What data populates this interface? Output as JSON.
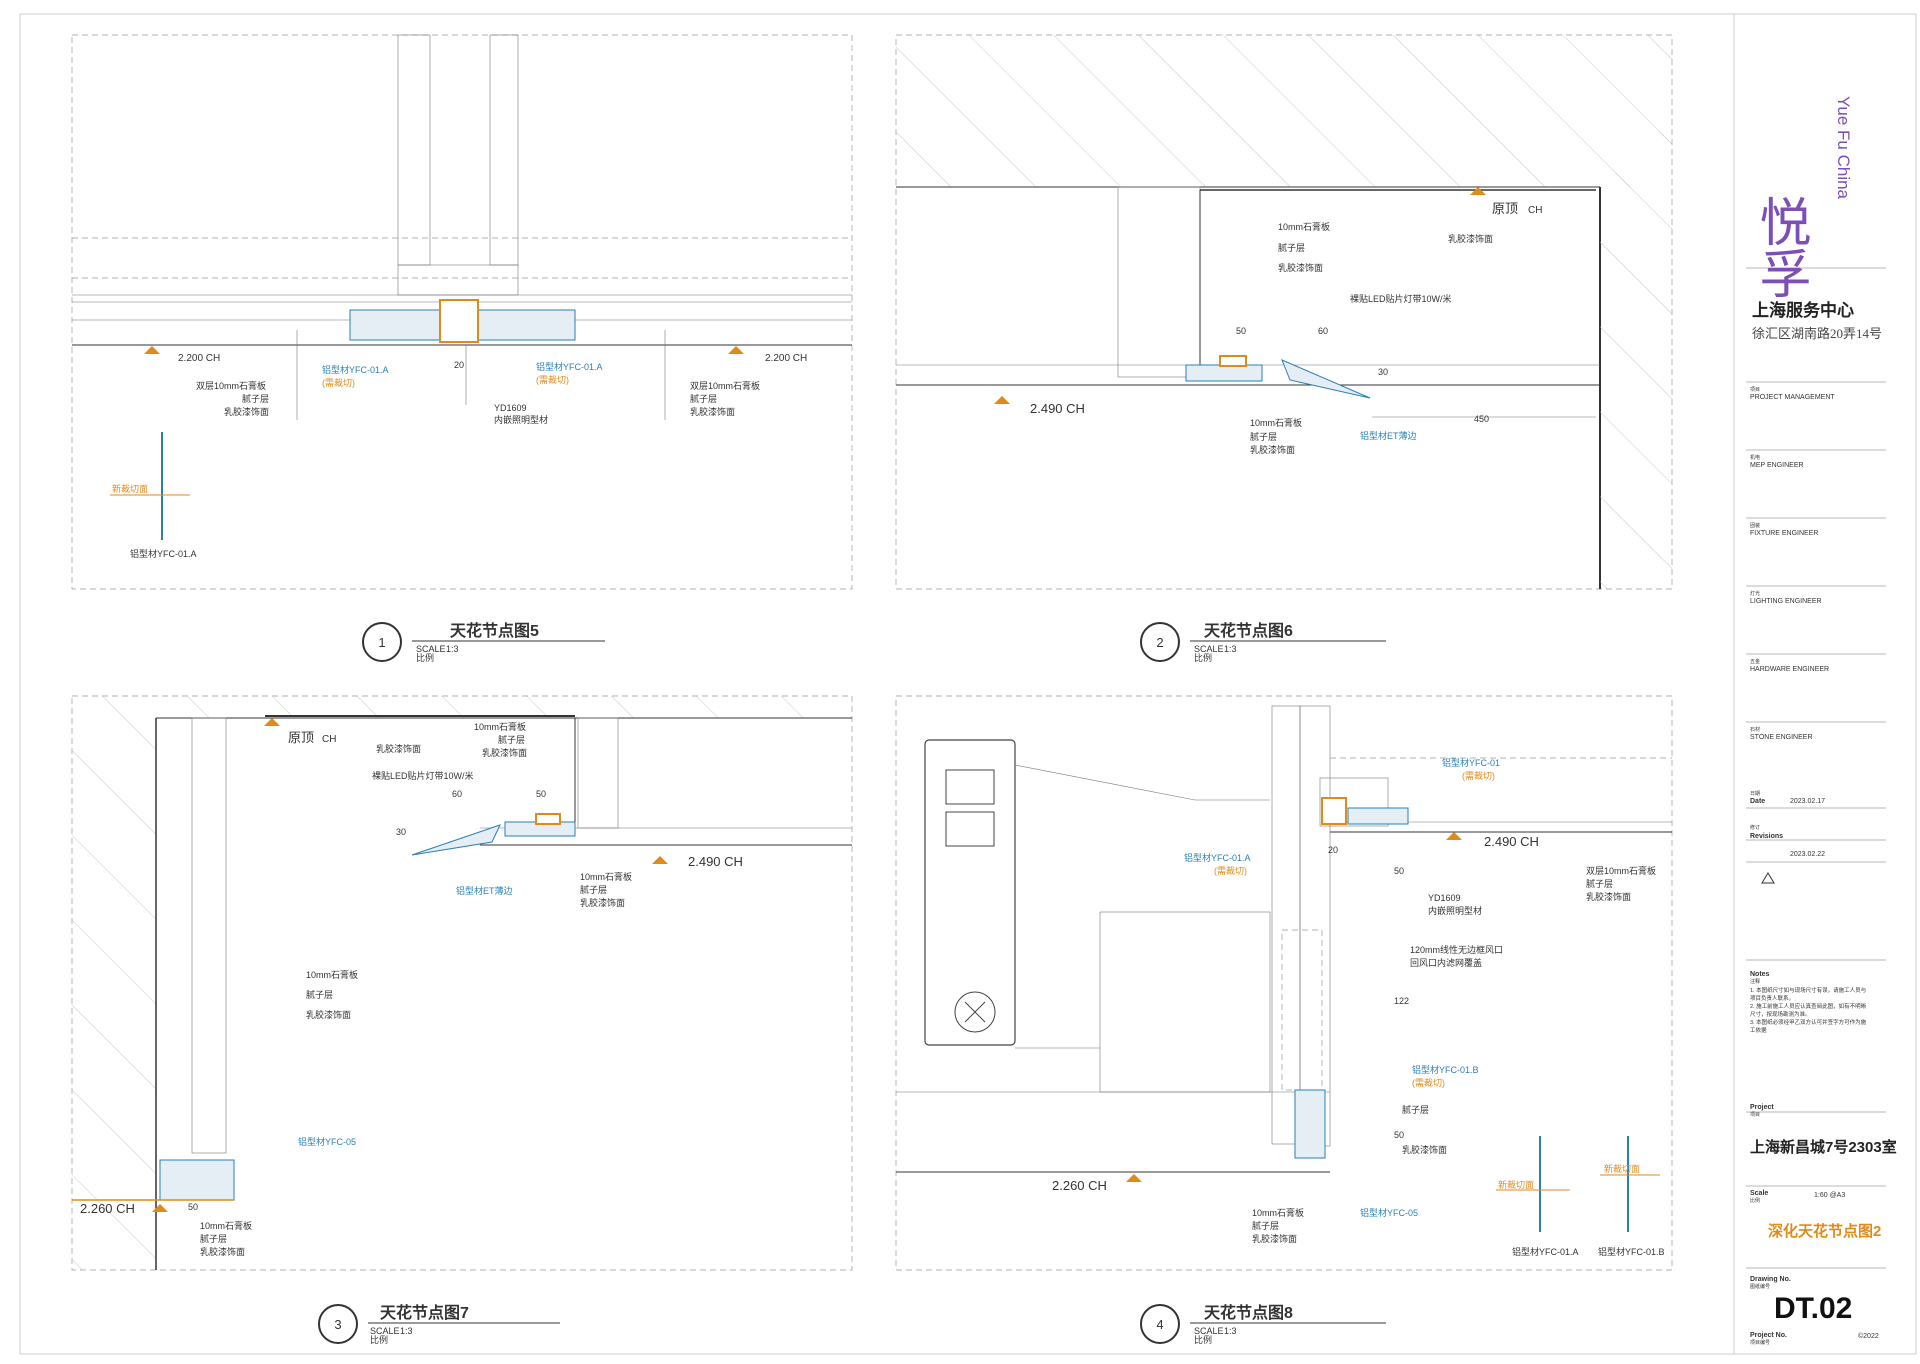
{
  "brand": {
    "cn": "悦孚",
    "en": "Yue Fu China",
    "color": "#7b4fb5"
  },
  "title_block": {
    "company": "上海服务中心",
    "address": "徐汇区湖南路20弄14号",
    "roles": [
      {
        "cn": "项目",
        "en": "PROJECT MANAGEMENT"
      },
      {
        "cn": "机电",
        "en": "MEP ENGINEER"
      },
      {
        "cn": "固装",
        "en": "FIXTURE ENGINEER"
      },
      {
        "cn": "灯光",
        "en": "LIGHTING ENGINEER"
      },
      {
        "cn": "五金",
        "en": "HARDWARE ENGINEER"
      },
      {
        "cn": "石材",
        "en": "STONE ENGINEER"
      }
    ],
    "date_cn": "日期",
    "date_label": "Date",
    "date": "2023.02.17",
    "rev_cn": "修订",
    "rev_label": "Revisions",
    "rev_date": "2023.02.22",
    "notes_label": "Notes",
    "notes_cn": "注释",
    "notes": [
      "1. 本图纸尺寸如与现场尺寸有误，请施工人员与",
      "项目负责人联系。",
      "2. 施工前施工人员应认真查阅此图，如有不明晰",
      "尺寸，按现场勘测为准。",
      "3. 本图纸必须经甲乙双方认可并签字方可作为施",
      "工依据"
    ],
    "project_label": "Project",
    "project_cn": "项目",
    "project": "上海新昌城7号2303室",
    "scale_label": "Scale",
    "scale_cn": "比例",
    "scale": "1:60  @A3",
    "drawing_title": "深化天花节点图2",
    "drawing_no_label": "Drawing No.",
    "drawing_no_cn": "图纸编号",
    "drawing_no": "DT.02",
    "project_no_label": "Project No.",
    "project_no_cn": "项目编号",
    "project_no": "©2022"
  },
  "details": [
    {
      "num": "1",
      "title": "天花节点图5",
      "scale_label": "SCALE",
      "scale": "1:3",
      "scale_cn": "比例",
      "labels": {
        "ch_left": "2.200 CH",
        "ch_right": "2.200 CH",
        "left_1": "双层10mm石膏板",
        "left_2": "腻子层",
        "left_3": "乳胶漆饰面",
        "right_1": "双层10mm石膏板",
        "right_2": "腻子层",
        "right_3": "乳胶漆饰面",
        "alu_left": "铝型材YFC-01.A",
        "alu_left_note": "(需裁切)",
        "alu_right": "铝型材YFC-01.A",
        "alu_right_note": "(需裁切)",
        "dim_20": "20",
        "yd": "YD1609",
        "yd_desc": "内嵌照明型材",
        "mini_orange": "新裁切面",
        "mini_label": "铝型材YFC-01.A"
      }
    },
    {
      "num": "2",
      "title": "天花节点图6",
      "scale_label": "SCALE",
      "scale": "1:3",
      "scale_cn": "比例",
      "labels": {
        "top": "原顶",
        "top_ch": "CH",
        "paint": "乳胶漆饰面",
        "a1": "10mm石膏板",
        "a2": "腻子层",
        "a3": "乳胶漆饰面",
        "led": "裸贴LED贴片灯带10W/米",
        "d50": "50",
        "d60": "60",
        "d30": "30",
        "d450": "450",
        "ch": "2.490 CH",
        "b1": "10mm石膏板",
        "b2": "腻子层",
        "b3": "乳胶漆饰面",
        "alu": "铝型材ET薄边"
      }
    },
    {
      "num": "3",
      "title": "天花节点图7",
      "scale_label": "SCALE",
      "scale": "1:3",
      "scale_cn": "比例",
      "labels": {
        "top": "原顶",
        "top_ch": "CH",
        "paint": "乳胶漆饰面",
        "a1": "10mm石膏板",
        "a2": "腻子层",
        "a3": "乳胶漆饰面",
        "led": "裸贴LED贴片灯带10W/米",
        "d60": "60",
        "d50": "50",
        "d30": "30",
        "ch": "2.490 CH",
        "alu": "铝型材ET薄边",
        "b1": "10mm石膏板",
        "b2": "腻子层",
        "b3": "乳胶漆饰面",
        "c1": "10mm石膏板",
        "c2": "腻子层",
        "c3": "乳胶漆饰面",
        "alu05": "铝型材YFC-05",
        "ch2": "2.260 CH",
        "d50b": "50",
        "e1": "10mm石膏板",
        "e2": "腻子层",
        "e3": "乳胶漆饰面"
      }
    },
    {
      "num": "4",
      "title": "天花节点图8",
      "scale_label": "SCALE",
      "scale": "1:3",
      "scale_cn": "比例",
      "labels": {
        "alu01": "铝型材YFC-01",
        "alu01_note": "(需裁切)",
        "alu01a": "铝型材YFC-01.A",
        "alu01a_note": "(需裁切)",
        "d20": "20",
        "ch": "2.490 CH",
        "r1": "双层10mm石膏板",
        "r2": "腻子层",
        "r3": "乳胶漆饰面",
        "d50": "50",
        "yd": "YD1609",
        "yd_desc": "内嵌照明型材",
        "vent1": "120mm线性无边框风口",
        "vent2": "回风口内滤网覆盖",
        "d122": "122",
        "alu01b": "铝型材YFC-01.B",
        "alu01b_note": "(需裁切)",
        "putty": "腻子层",
        "d50b": "50",
        "paint": "乳胶漆饰面",
        "ch2": "2.260 CH",
        "e1": "10mm石膏板",
        "e2": "腻子层",
        "e3": "乳胶漆饰面",
        "alu05": "铝型材YFC-05",
        "mini_orange_a": "新裁切面",
        "mini_orange_b": "新裁切面",
        "mini_a": "铝型材YFC-01.A",
        "mini_b": "铝型材YFC-01.B"
      }
    }
  ]
}
